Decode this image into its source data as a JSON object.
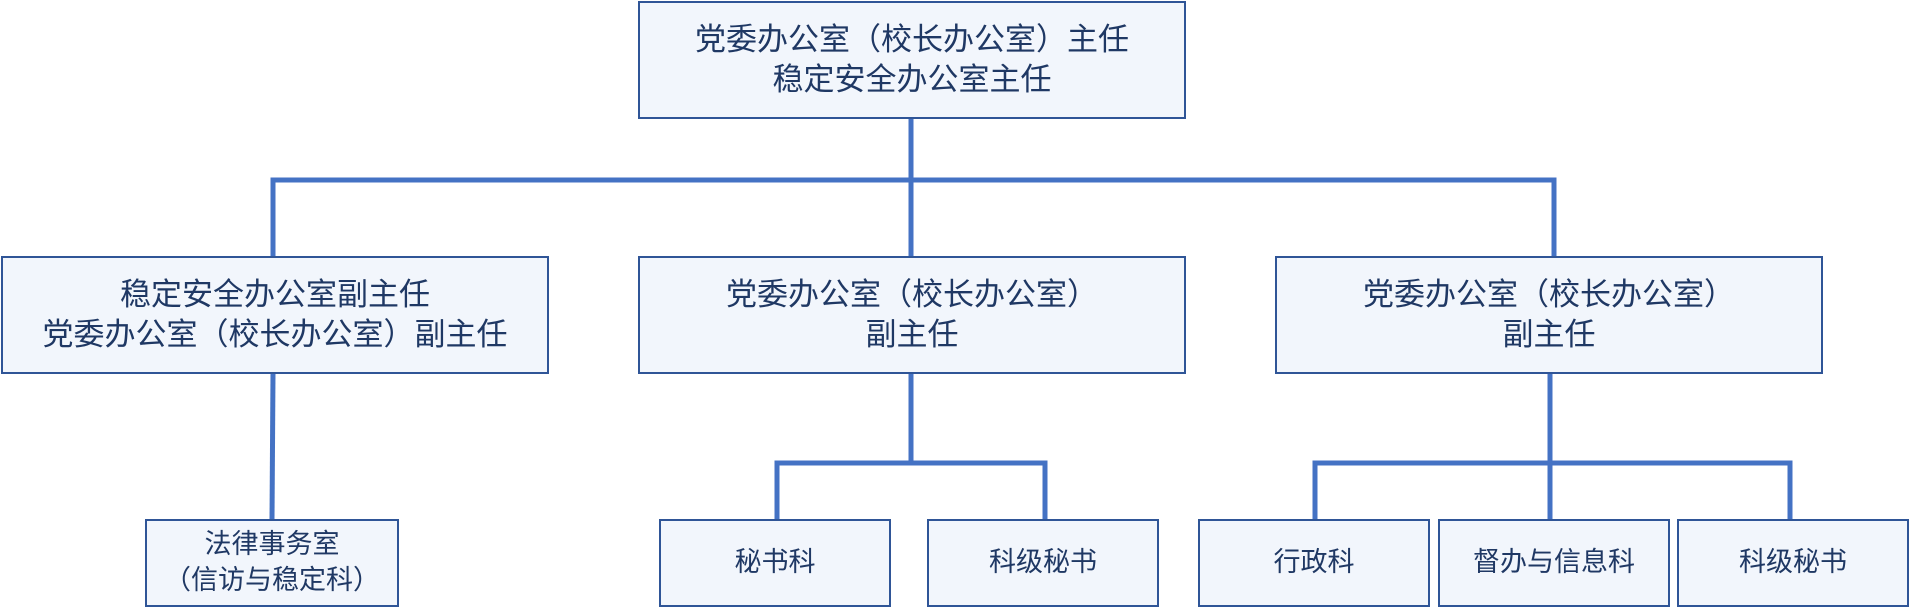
{
  "colors": {
    "connector": "#4472c4",
    "box_border": "#2f5597",
    "box_fill": "#f2f6fc",
    "text": "#1f3864"
  },
  "root": {
    "lines": [
      "党委办公室（校长办公室）主任",
      "稳定安全办公室主任"
    ]
  },
  "deputies": [
    {
      "lines": [
        "稳定安全办公室副主任",
        "党委办公室（校长办公室）副主任"
      ],
      "units": [
        {
          "lines": [
            "法律事务室",
            "（信访与稳定科）"
          ]
        }
      ]
    },
    {
      "lines": [
        "党委办公室（校长办公室）",
        "副主任"
      ],
      "units": [
        {
          "lines": [
            "秘书科"
          ]
        },
        {
          "lines": [
            "科级秘书"
          ]
        }
      ]
    },
    {
      "lines": [
        "党委办公室（校长办公室）",
        "副主任"
      ],
      "units": [
        {
          "lines": [
            "行政科"
          ]
        },
        {
          "lines": [
            "督办与信息科"
          ]
        },
        {
          "lines": [
            "科级秘书"
          ]
        }
      ]
    }
  ]
}
